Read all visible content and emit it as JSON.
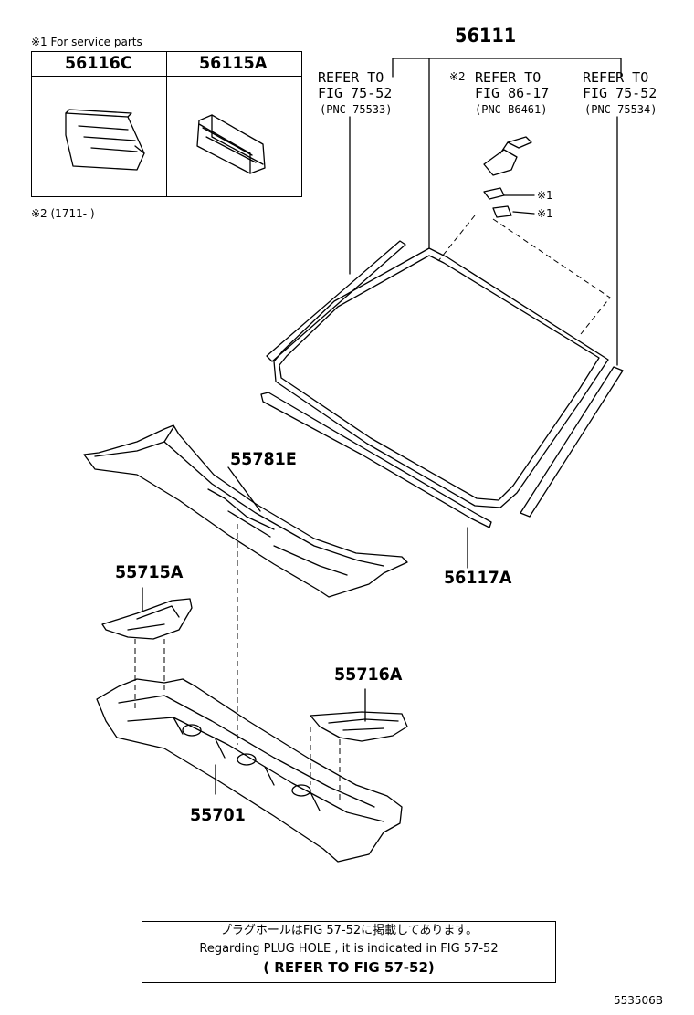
{
  "service_box": {
    "note": "※1 For service parts",
    "col1": "56116C",
    "col2": "56115A"
  },
  "note2": "※2 (1711-        )",
  "parts": {
    "windshield": "56111",
    "cowl_louver": "55781E",
    "windshield_dam": "56117A",
    "cowl_side_lh": "55715A",
    "cowl_side_rh": "55716A",
    "cowl_panel": "55701"
  },
  "refs": {
    "left": {
      "line1": "REFER TO",
      "line2": "FIG 75-52",
      "pnc": "(PNC 75533)"
    },
    "middle": {
      "mark": "※2",
      "line1": "REFER TO",
      "line2": "FIG 86-17",
      "pnc": "(PNC B6461)"
    },
    "right": {
      "line1": "REFER TO",
      "line2": "FIG 75-52",
      "pnc": "(PNC 75534)"
    }
  },
  "callouts": {
    "clip_upper": "※1",
    "clip_lower": "※1"
  },
  "note_box": {
    "line1": "プラグホールはFIG 57-52に掲載してあります。",
    "line2": "Regarding PLUG HOLE , it is indicated in FIG 57-52",
    "line3": "( REFER TO FIG 57-52)"
  },
  "diagram_id": "553506B"
}
